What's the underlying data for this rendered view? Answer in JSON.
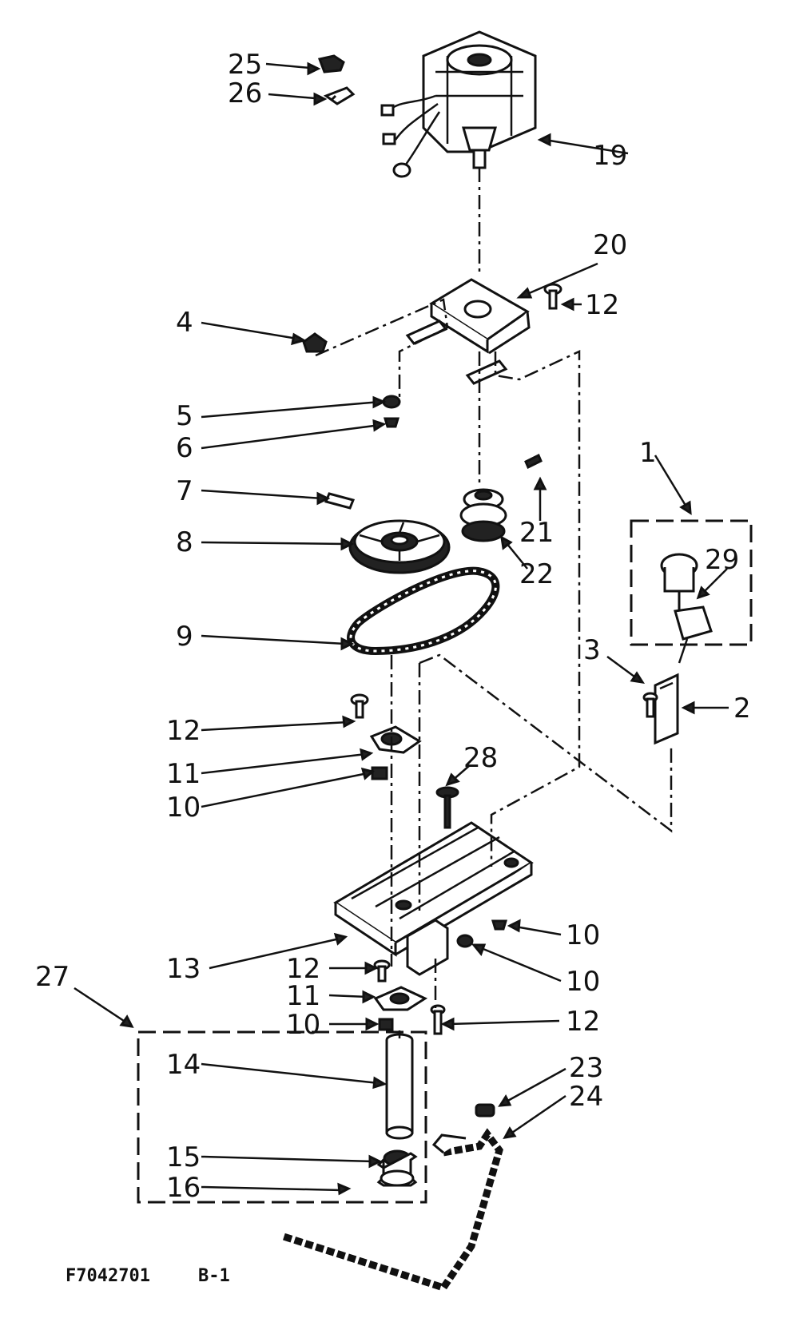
{
  "callouts": {
    "c1": "1",
    "c2": "2",
    "c3": "3",
    "c4": "4",
    "c5": "5",
    "c6": "6",
    "c7": "7",
    "c8": "8",
    "c9": "9",
    "c10a": "10",
    "c10b": "10",
    "c10c": "10",
    "c10d": "10",
    "c11a": "11",
    "c11b": "11",
    "c12a": "12",
    "c12b": "12",
    "c12c": "12",
    "c12d": "12",
    "c13": "13",
    "c14": "14",
    "c15": "15",
    "c16": "16",
    "c19": "19",
    "c20": "20",
    "c21": "21",
    "c22": "22",
    "c23": "23",
    "c24": "24",
    "c25": "25",
    "c26": "26",
    "c27": "27",
    "c28": "28",
    "c29": "29"
  },
  "footer": {
    "drawing_code": "F7042701",
    "sheet": "B-1"
  }
}
